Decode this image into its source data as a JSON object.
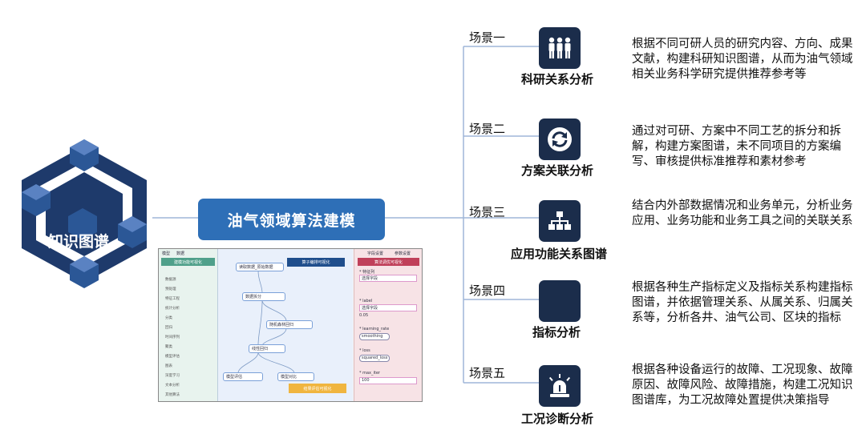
{
  "logo": {
    "label": "知识图谱",
    "icon": "knowledge-graph-cube-icon"
  },
  "main_button": {
    "label": "油气领域算法建模"
  },
  "colors": {
    "navy": "#1b2d4b",
    "blue": "#2e6fb7",
    "line": "#9fb6d8"
  },
  "screenshot": {
    "left_tabs": [
      "模型",
      "数据"
    ],
    "left_header": "建模功能可视化",
    "left_items": [
      "数据源",
      "预处理",
      "特征工程",
      "统计分析",
      "分类",
      "回归",
      "时间序列",
      "聚类",
      "模型评估",
      "图表",
      "深度学习",
      "文本分析",
      "其他算法"
    ],
    "center_header": "算子编排可视化",
    "nodes": [
      "读取数据_原始数据",
      "数据拆分",
      "随机森林回归",
      "线性回归",
      "模型评估",
      "模型对比"
    ],
    "center_button": "结果评估可视化",
    "right_tabs": [
      "字段设置",
      "参数设置"
    ],
    "right_header": "算法调优可视化",
    "right_field_labels": [
      "* 特征列",
      "* label",
      "* learning_rate",
      "* loss",
      "* max_iter"
    ],
    "right_field_values": [
      "选择字段",
      "选择字段",
      "0.05",
      "smoothing",
      "squared_loss",
      "100"
    ]
  },
  "scenes": [
    {
      "label": "场景一",
      "icon": "people-group-icon",
      "title": "科研关系分析",
      "desc": "根据不同可研人员的研究内容、方向、成果文献，构建科研知识图谱，从而为油气领域相关业务科学研究提供推荐参考等"
    },
    {
      "label": "场景二",
      "icon": "refresh-icon",
      "title": "方案关联分析",
      "desc": "通过对可研、方案中不同工艺的拆分和拆解，构建方案图谱，未不同项目的方案编写、审核提供标准推荐和素材参考"
    },
    {
      "label": "场景三",
      "icon": "hierarchy-icon",
      "title": "应用功能关系图谱",
      "desc": "结合内外部数据情况和业务单元，分析业务应用、业务功能和业务工具之间的关联关系"
    },
    {
      "label": "场景四",
      "icon": "indicator-icon",
      "title": "指标分析",
      "desc": "根据各种生产指标定义及指标关系构建指标图谱，并依据管理关系、从属关系、归属关系等，分析各井、油气公司、区块的指标"
    },
    {
      "label": "场景五",
      "icon": "alarm-siren-icon",
      "title": "工况诊断分析",
      "desc": "根据各种设备运行的故障、工况现象、故障原因、故障风险、故障措施，构建工况知识图谱库，为工况故障处置提供决策指导"
    }
  ]
}
